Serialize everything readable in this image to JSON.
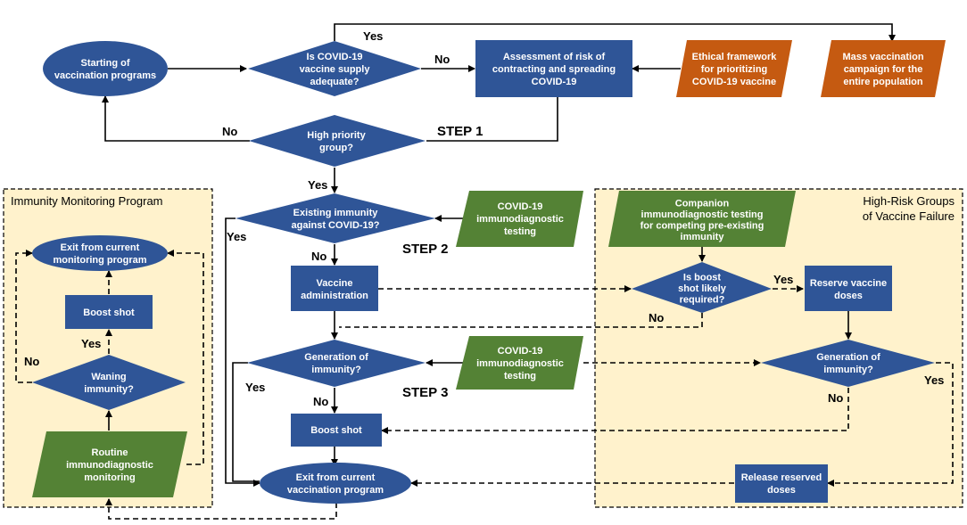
{
  "colors": {
    "blue": "#2f5597",
    "orange": "#c55a11",
    "green": "#548235",
    "region_fill": "#fff2cc",
    "line": "#000000"
  },
  "regions": {
    "immunity_monitoring": {
      "title": "Immunity Monitoring Program"
    },
    "high_risk": {
      "title_line1": "High-Risk   Groups",
      "title_line2": "of Vaccine Failure"
    }
  },
  "steps": {
    "step1": "STEP 1",
    "step2": "STEP 2",
    "step3": "STEP 3"
  },
  "nodes": {
    "start": {
      "lines": [
        "Starting of",
        "vaccination programs"
      ]
    },
    "supply": {
      "lines": [
        "Is COVID-19",
        "vaccine supply",
        "adequate?"
      ]
    },
    "risk": {
      "lines": [
        "Assessment of risk of",
        "contracting and spreading",
        "COVID-19"
      ]
    },
    "ethical": {
      "lines": [
        "Ethical framework",
        "for prioritizing",
        "COVID-19 vaccine"
      ]
    },
    "mass": {
      "lines": [
        "Mass vaccination",
        "campaign  for the",
        "entire population"
      ]
    },
    "priority": {
      "lines": [
        "High priority",
        "group?"
      ]
    },
    "existing": {
      "lines": [
        "Existing immunity",
        "against COVID-19?"
      ]
    },
    "test1": {
      "lines": [
        "COVID-19",
        "immunodiagnostic",
        "testing"
      ]
    },
    "vaccine_admin": {
      "lines": [
        "Vaccine",
        "administration"
      ]
    },
    "generation": {
      "lines": [
        "Generation of",
        "immunity?"
      ]
    },
    "test2": {
      "lines": [
        "COVID-19",
        "immunodiagnostic",
        "testing"
      ]
    },
    "boost_main": {
      "lines": [
        "Boost shot"
      ]
    },
    "exit_vacc": {
      "lines": [
        "Exit from current",
        "vaccination program"
      ]
    },
    "exit_mon": {
      "lines": [
        "Exit from current",
        "monitoring program"
      ]
    },
    "boost_mon": {
      "lines": [
        "Boost shot"
      ]
    },
    "waning": {
      "lines": [
        "Waning",
        "immunity?"
      ]
    },
    "routine": {
      "lines": [
        "Routine",
        "immunodiagnostic",
        "monitoring"
      ]
    },
    "companion": {
      "lines": [
        "Companion",
        "immunodiagnostic testing",
        "for competing pre-existing",
        "immunity"
      ]
    },
    "boost_likely": {
      "lines": [
        "Is boost",
        "shot likely",
        "required?"
      ]
    },
    "reserve": {
      "lines": [
        "Reserve vaccine",
        "doses"
      ]
    },
    "generation_hr": {
      "lines": [
        "Generation of",
        "immunity?"
      ]
    },
    "release": {
      "lines": [
        "Release reserved",
        "doses"
      ]
    }
  },
  "edge_labels": {
    "supply_yes": "Yes",
    "supply_no": "No",
    "priority_no": "No",
    "priority_yes": "Yes",
    "existing_yes": "Yes",
    "existing_no": "No",
    "generation_yes": "Yes",
    "generation_no": "No",
    "waning_yes": "Yes",
    "waning_no": "No",
    "boost_likely_yes": "Yes",
    "boost_likely_no": "No",
    "generation_hr_yes": "Yes",
    "generation_hr_no": "No"
  }
}
